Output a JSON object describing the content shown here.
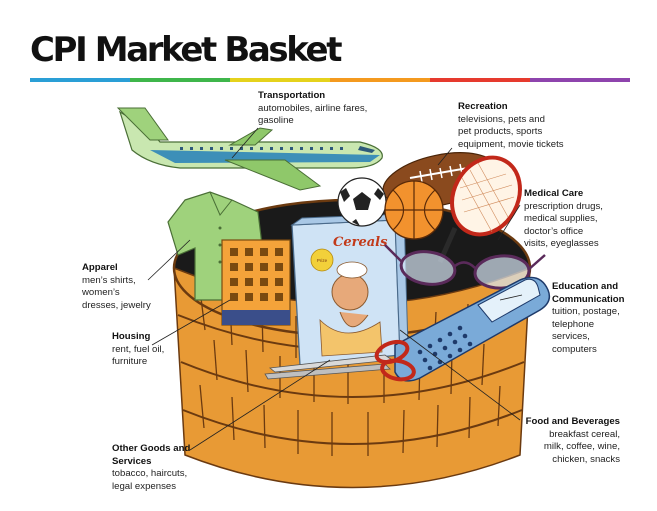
{
  "slide": {
    "title": "CPI Market Basket",
    "rule_colors": [
      "#2a9fd6",
      "#3fb64b",
      "#e5d21c",
      "#f49a1f",
      "#e63a2e",
      "#8e44ad"
    ]
  },
  "art": {
    "cereal_box_label": "Cereals",
    "cereal_badge": "Prize",
    "icons": [
      "airplane-icon",
      "shirt-icon",
      "building-icon",
      "cereal-box-icon",
      "football-icon",
      "soccer-ball-icon",
      "basketball-icon",
      "tennis-racket-icon",
      "eyeglasses-icon",
      "cell-phone-icon",
      "scissors-icon",
      "basket-icon"
    ]
  },
  "categories": {
    "transportation": {
      "heading": "Transportation",
      "lines": [
        "automobiles, airline fares,",
        "gasoline"
      ]
    },
    "recreation": {
      "heading": "Recreation",
      "lines": [
        "televisions, pets and",
        "pet products, sports",
        "equipment, movie tickets"
      ]
    },
    "medical": {
      "heading": "Medical Care",
      "lines": [
        "prescription drugs,",
        "medical supplies,",
        "doctor’s office",
        "visits, eyeglasses"
      ]
    },
    "apparel": {
      "heading": "Apparel",
      "lines": [
        "men’s shirts,",
        "women’s",
        "dresses, jewelry"
      ]
    },
    "education": {
      "heading_lines": [
        "Education and",
        "Communication"
      ],
      "lines": [
        "tuition, postage,",
        "telephone",
        "services,",
        "computers"
      ]
    },
    "housing": {
      "heading": "Housing",
      "lines": [
        "rent, fuel oil,",
        "furniture"
      ]
    },
    "food": {
      "heading": "Food and Beverages",
      "lines": [
        "breakfast cereal,",
        "milk, coffee, wine,",
        "chicken, snacks"
      ]
    },
    "other": {
      "heading_lines": [
        "Other Goods and",
        "Services"
      ],
      "lines": [
        "tobacco, haircuts,",
        "legal expenses"
      ]
    }
  }
}
